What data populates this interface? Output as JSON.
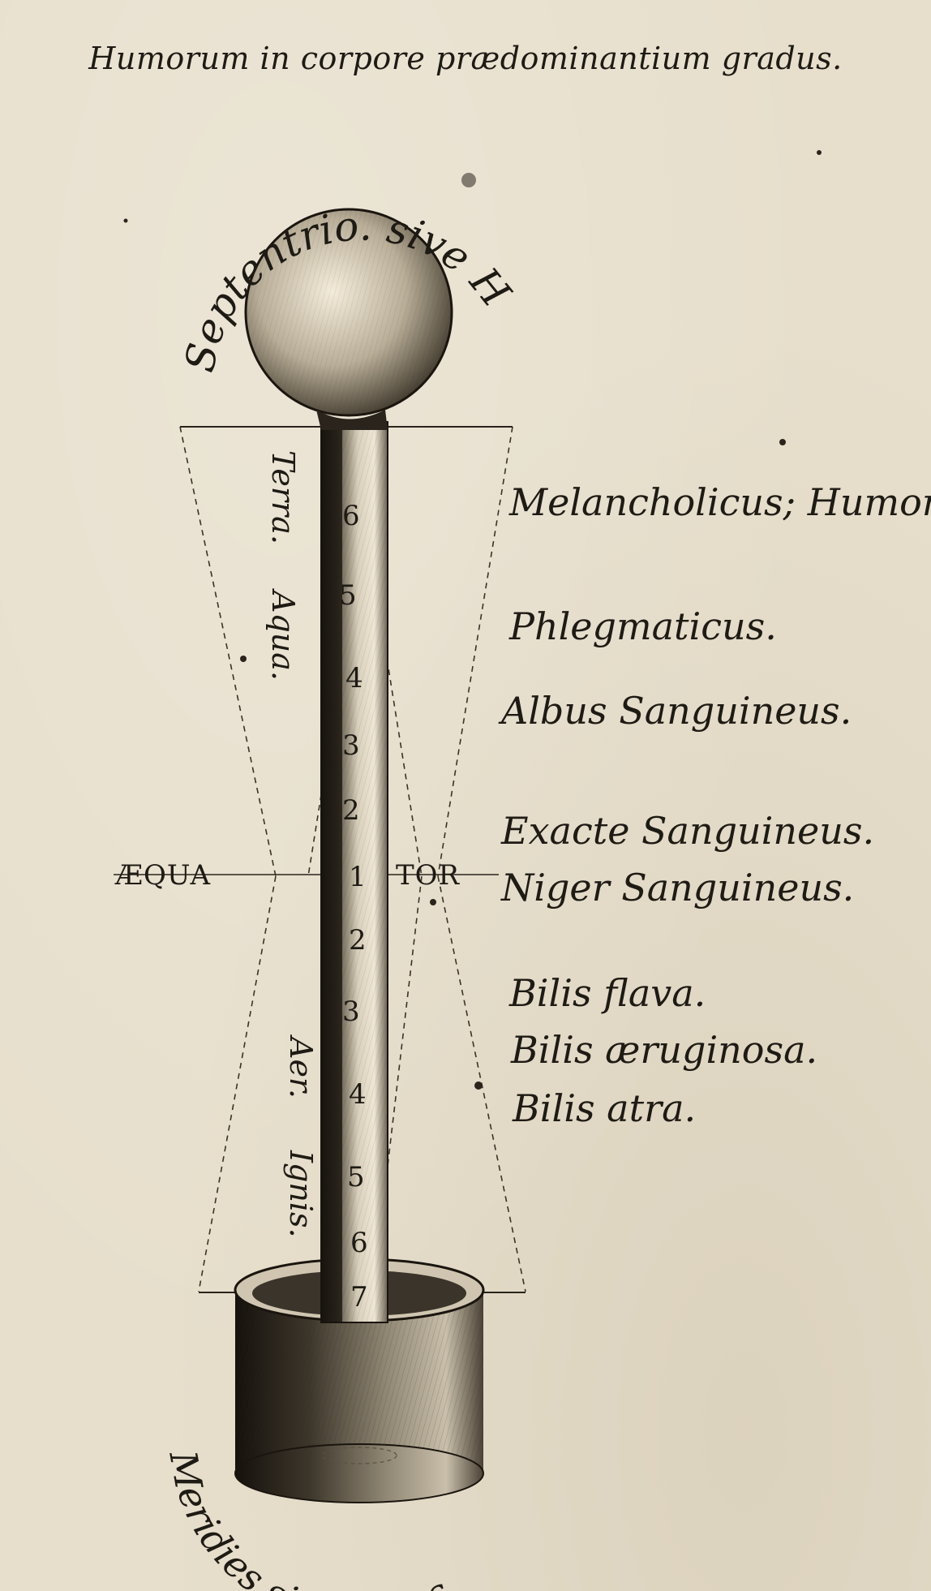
{
  "title": "Humorum in corpore prædominantium gradus.",
  "top_label": "Septentrio. sive Hyems.",
  "bottom_label": "Meridies sive Æstas.",
  "equator": {
    "left": "ÆQUA",
    "right": "TOR"
  },
  "element_labels": {
    "earth": "Terra.",
    "water": "Aqua.",
    "air": "Aer.",
    "fire": "Ignis."
  },
  "upper_scale": [
    "6",
    "5",
    "4",
    "3",
    "2"
  ],
  "center_number": "1",
  "lower_scale": [
    "2",
    "3",
    "4",
    "5",
    "6",
    "7"
  ],
  "humors": [
    "Melancholicus; Humor.",
    "Phlegmaticus.",
    "Albus Sanguineus.",
    "Exacte Sanguineus.",
    "Niger Sanguineus.",
    "Bilis flava.",
    "Bilis æruginosa.",
    "Bilis atra."
  ]
}
